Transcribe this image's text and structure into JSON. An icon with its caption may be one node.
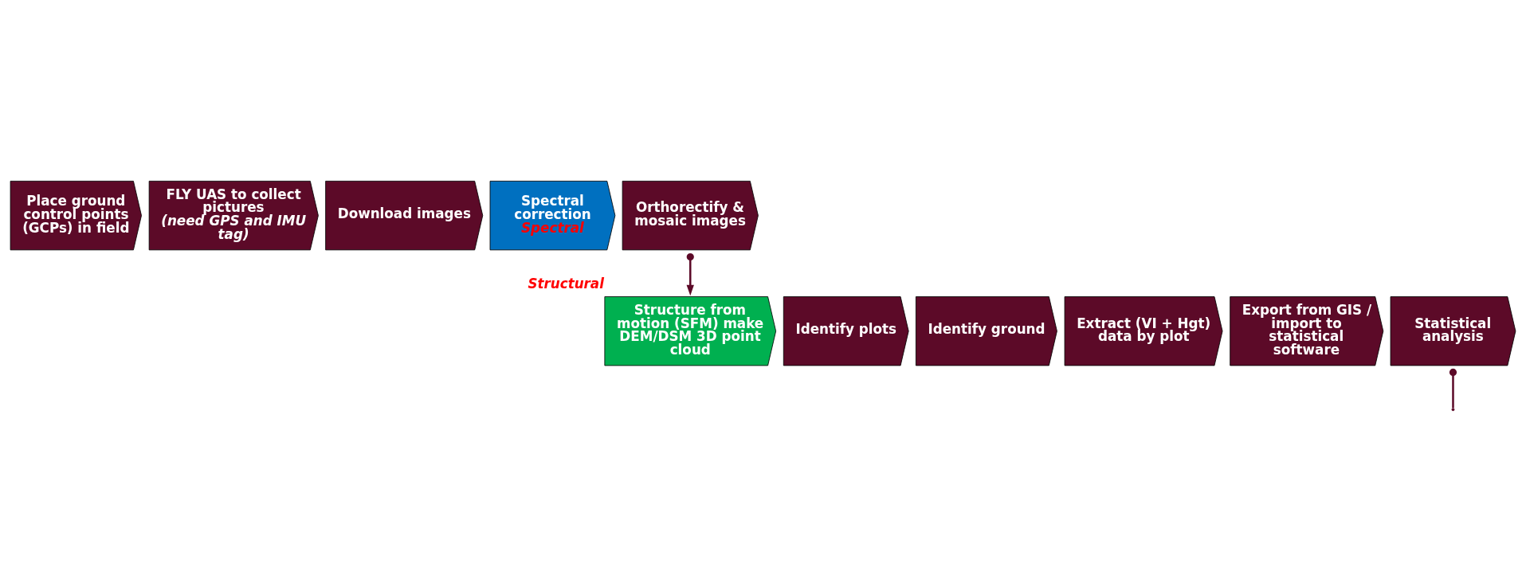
{
  "diagram": {
    "nodes": [
      {
        "text": [
          "Place ground control points (GCPs) in field"
        ]
      },
      {
        "text": [
          "FLY UAS to collect pictures",
          "(need GPS and IMU tag)"
        ]
      },
      {
        "text": [
          "Download images"
        ]
      },
      {
        "text": [
          "Spectral correction",
          "Spectral"
        ]
      },
      {
        "text": [
          "Orthorectify & mosaic images"
        ]
      },
      {
        "text": [
          "Structure from motion (SFM) make DEM/DSM 3D point cloud"
        ],
        "beside": [
          "Structural"
        ]
      },
      {
        "text": [
          "Identify plots"
        ]
      },
      {
        "text": [
          "Identify ground"
        ]
      },
      {
        "text": [
          "Extract (VI + Hgt) data by plot"
        ]
      },
      {
        "text": [
          "Export from GIS / import to statistical software"
        ]
      },
      {
        "text": [
          "Statistical analysis"
        ]
      }
    ],
    "edges": [
      {
        "from": 4,
        "to": 5,
        "arrow": "to"
      },
      {
        "from": 10,
        "to": null,
        "arrow": "other"
      }
    ]
  }
}
